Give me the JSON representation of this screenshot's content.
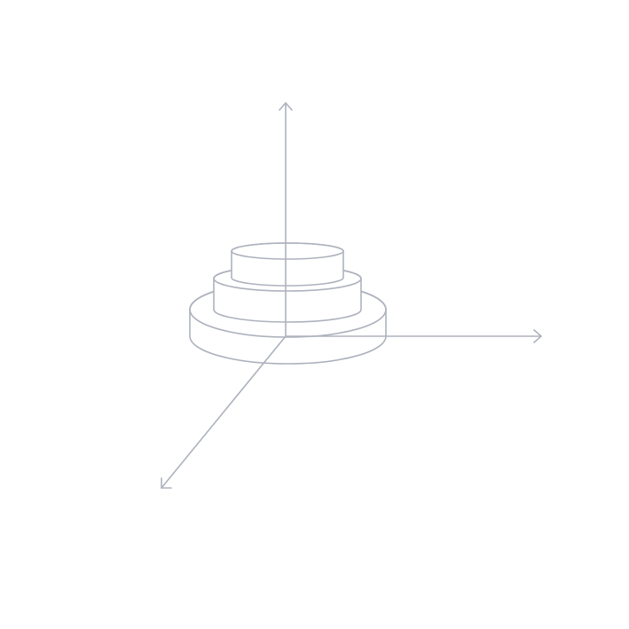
{
  "diagram": {
    "colors": {
      "background": "#ffffff",
      "line": "#adb2bd",
      "fill": "#ffffff"
    },
    "axes": [
      "x",
      "y",
      "z"
    ],
    "tiers": [
      "bottom",
      "middle",
      "top"
    ]
  }
}
